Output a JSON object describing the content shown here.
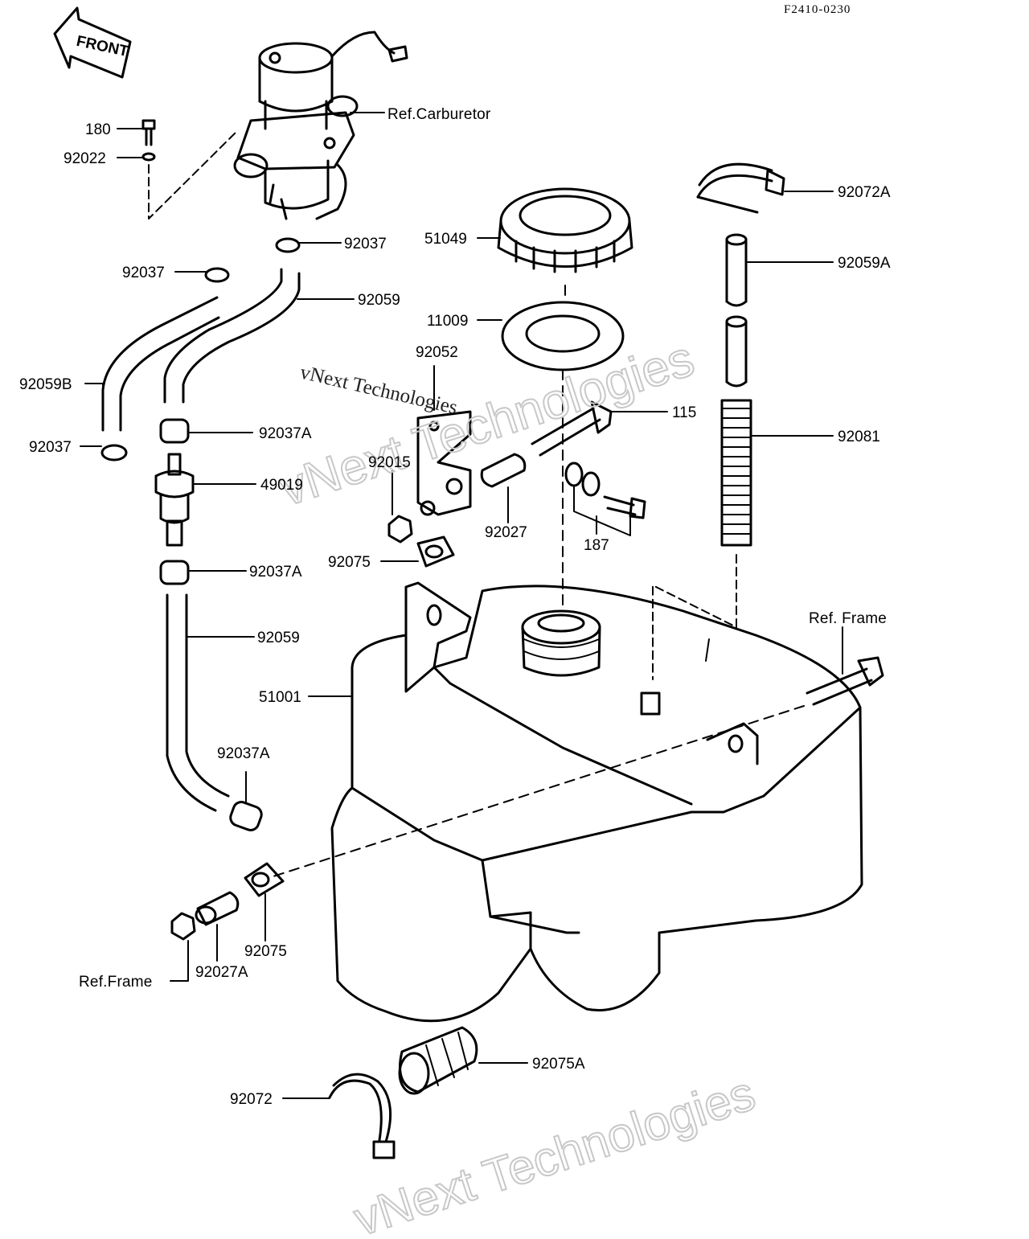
{
  "diagram_code": "F2410-0230",
  "front_label": "FRONT",
  "watermark": {
    "name": "vNext Technologies"
  },
  "callouts": {
    "ref_carburetor": "Ref.Carburetor",
    "p180": "180",
    "p92022": "92022",
    "p92037_a": "92037",
    "p92037_b": "92037",
    "p92037_c": "92037",
    "p92059_a": "92059",
    "p92059_b": "92059",
    "p92059b": "92059B",
    "p92037a_a": "92037A",
    "p92037a_b": "92037A",
    "p92037a_c": "92037A",
    "p49019": "49019",
    "p51049": "51049",
    "p11009": "11009",
    "p92052": "92052",
    "p115": "115",
    "p92015": "92015",
    "p92027": "92027",
    "p187": "187",
    "p92075_a": "92075",
    "p92075_b": "92075",
    "p51001": "51001",
    "p92072a": "92072A",
    "p92059a": "92059A",
    "p92081": "92081",
    "ref_frame_a": "Ref. Frame",
    "ref_frame_b": "Ref.Frame",
    "p92027a": "92027A",
    "p92075a": "92075A",
    "p92072": "92072"
  }
}
